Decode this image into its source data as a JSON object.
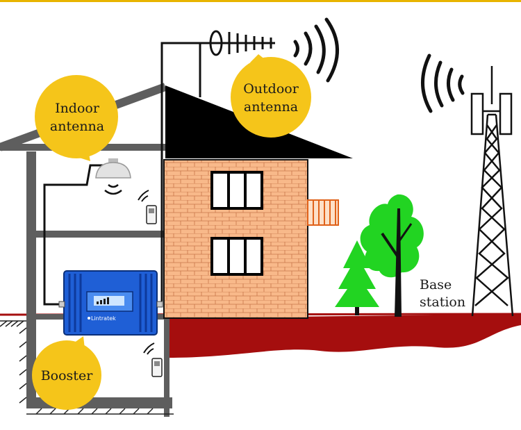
{
  "labels": {
    "indoor_antenna": [
      "Indoor",
      "antenna"
    ],
    "outdoor_antenna": [
      "Outdoor",
      "antenna"
    ],
    "booster": "Booster",
    "base_station": [
      "Base",
      "station"
    ],
    "booster_brand": "Lintratek"
  },
  "colors": {
    "bubble": "#f5c51a",
    "brick": "#f8b98a",
    "ground": "#a50e0e",
    "roof": "#000000",
    "tree": "#22d422",
    "booster": "#1f5fd6"
  }
}
